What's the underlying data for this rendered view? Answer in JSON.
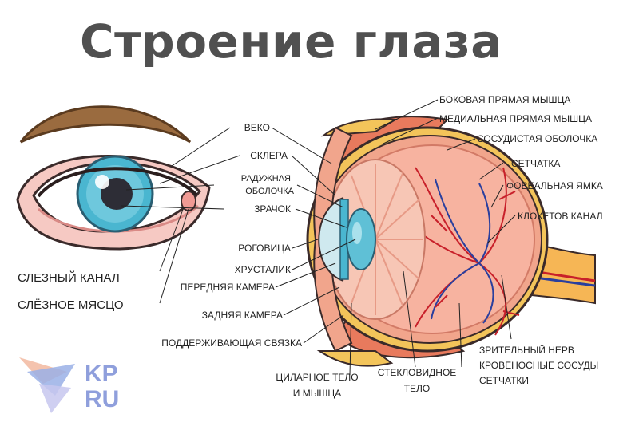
{
  "title": "Строение глаза",
  "colors": {
    "title": "#505050",
    "sclera": "#f1a58c",
    "choroid": "#f3c45a",
    "retina_pink": "#f7b3a0",
    "vessel_red": "#c8202a",
    "vessel_blue": "#2a3f9e",
    "iris": "#4ab6d0",
    "lens": "#5fc0d6",
    "brow": "#9a6b3f",
    "nerve": "#f6b655"
  },
  "labels": {
    "veko": "ВЕКО",
    "sklera": "СКЛЕРА",
    "raduzhnaya_1": "РАДУЖНАЯ",
    "raduzhnaya_2": "ОБОЛОЧКА",
    "zrachok": "ЗРАЧОК",
    "rogovitsa": "РОГОВИЦА",
    "khrustalik": "ХРУСТАЛИК",
    "perednyaya_kamera": "ПЕРЕДНЯЯ КАМЕРА",
    "zadnyaya_kamera": "ЗАДНЯЯ КАМЕРА",
    "podderzhivayushchaya": "ПОДДЕРЖИВАЮЩАЯ СВЯЗКА",
    "tsilyarnoe_1": "ЦИЛАРНОЕ ТЕЛО",
    "tsilyarnoe_2": "И МЫШЦА",
    "steklovidnoe_1": "СТЕКЛОВИДНОЕ",
    "steklovidnoe_2": "ТЕЛО",
    "slezny_kanal": "СЛЕЗНЫЙ КАНАЛ",
    "slyoznoe_myaso": "СЛЁЗНОЕ МЯСЦО",
    "bokovaya": "БОКОВАЯ ПРЯМАЯ МЫШЦА",
    "medialnaya": "МЕДИАЛЬНАЯ ПРЯМАЯ МЫШЦА",
    "sosudistaya": "СОСУДИСТАЯ ОБОЛОЧКА",
    "setchatka": "СЕТЧАТКА",
    "foveal": "ФОВЕАЛЬНАЯ ЯМКА",
    "kloketov": "КЛОКЕТОВ КАНАЛ",
    "nerv_1": "ЗРИТЕЛЬНЫЙ НЕРВ",
    "nerv_2": "КРОВЕНОСНЫЕ СОСУДЫ",
    "nerv_3": "СЕТЧАТКИ"
  },
  "logo": {
    "line1": "KP",
    "line2": "RU"
  }
}
